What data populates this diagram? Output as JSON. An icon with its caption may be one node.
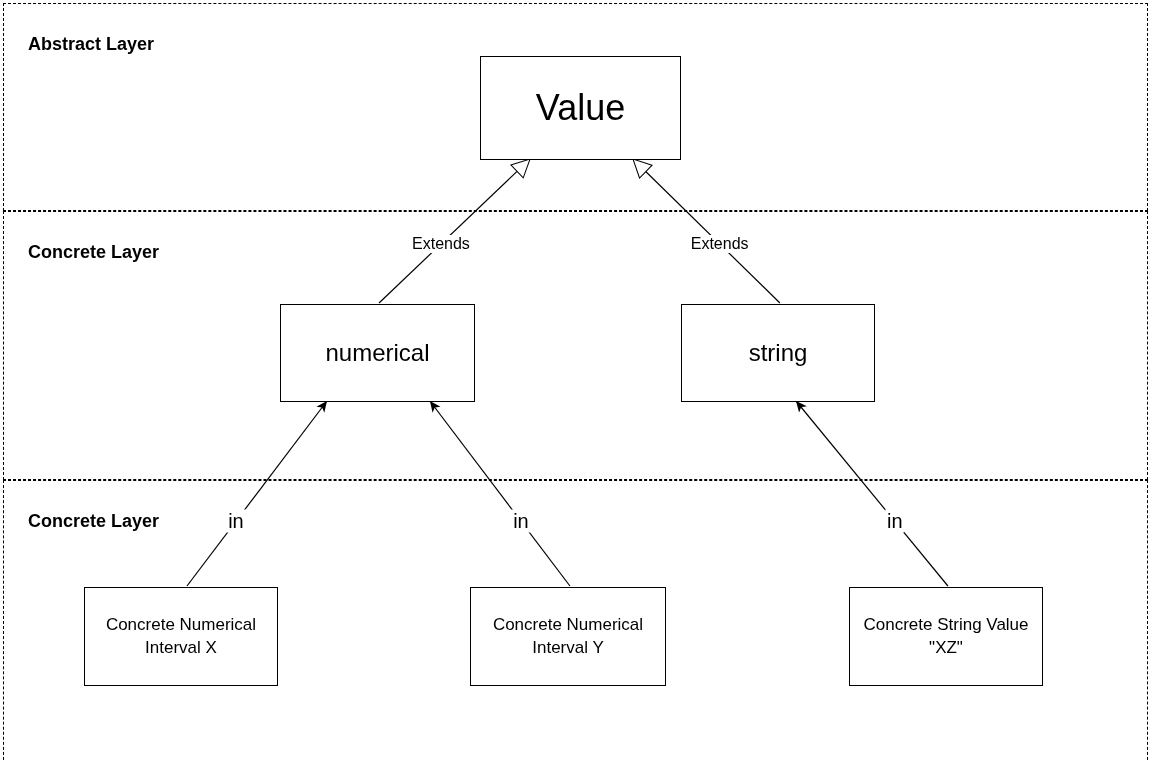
{
  "diagram": {
    "nodes": [
      {
        "text": [
          "Abstract Layer"
        ]
      },
      {
        "text": [
          "Value"
        ],
        "in": 0
      },
      {
        "text": [
          "Concrete Layer"
        ]
      },
      {
        "text": [
          "numerical"
        ],
        "in": 2
      },
      {
        "text": [
          "string"
        ],
        "in": 2
      },
      {
        "text": [
          "Concrete Layer"
        ]
      },
      {
        "text": [
          "Concrete Numerical Interval X"
        ],
        "in": 5
      },
      {
        "text": [
          "Concrete Numerical Interval Y"
        ],
        "in": 5
      },
      {
        "text": [
          "Concrete String Value \"XZ\""
        ],
        "in": 5
      }
    ],
    "edges": [
      {
        "from": 3,
        "to": 1,
        "arrow": "to",
        "label": "Extends"
      },
      {
        "from": 4,
        "to": 1,
        "arrow": "to",
        "label": "Extends"
      },
      {
        "from": 6,
        "to": 3,
        "arrow": "to",
        "label": "in"
      },
      {
        "from": 7,
        "to": 3,
        "arrow": "to",
        "label": "in"
      },
      {
        "from": 8,
        "to": 4,
        "arrow": "to",
        "label": "in"
      }
    ]
  }
}
